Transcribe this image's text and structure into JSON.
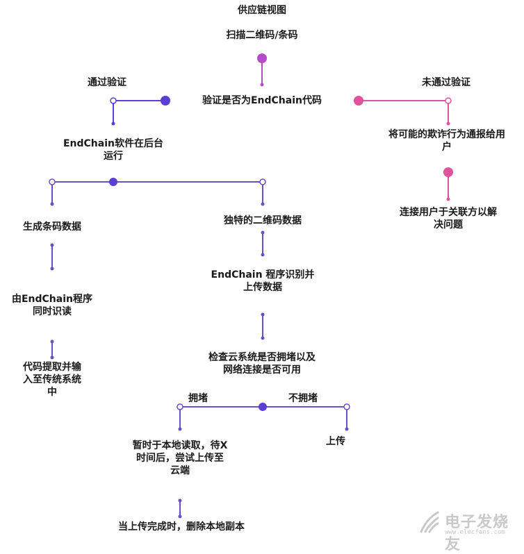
{
  "title": "供应链视图",
  "nodes": {
    "scan": "扫描二维码/条码",
    "verify": "验证是否为EndChain代码",
    "passed": "通过验证",
    "failed": "未通过验证",
    "endchain_bg": "EndChain软件在后台\n运行",
    "report_fraud": "将可能的欺诈行为通报给用\n户",
    "connect_user": "连接用户于关联方以解\n决问题",
    "barcode_data": "生成条码数据",
    "unique_qr": "独特的二维码数据",
    "read_by_endchain": "由EndChain程序\n同时识读",
    "recognize_upload": "EndChain 程序识别并\n上传数据",
    "extract_input": "代码提取并输\n入至传统系统\n中",
    "check_cloud": "检查云系统是否拥堵以及\n网络连接是否可用",
    "congested": "拥堵",
    "not_congested": "不拥堵",
    "local_read": "暂时于本地读取，待X\n时间后，尝试上传至\n云端",
    "upload": "上传",
    "delete_local": "当上传完成时，删除本地副本"
  },
  "colors": {
    "purple_dark": "#5a3ed6",
    "purple_mid": "#6a4fc4",
    "magenta": "#b44cc7",
    "pink": "#e0529c"
  },
  "watermark": {
    "text": "电子发烧友",
    "sub": "www.elecfans.com"
  }
}
